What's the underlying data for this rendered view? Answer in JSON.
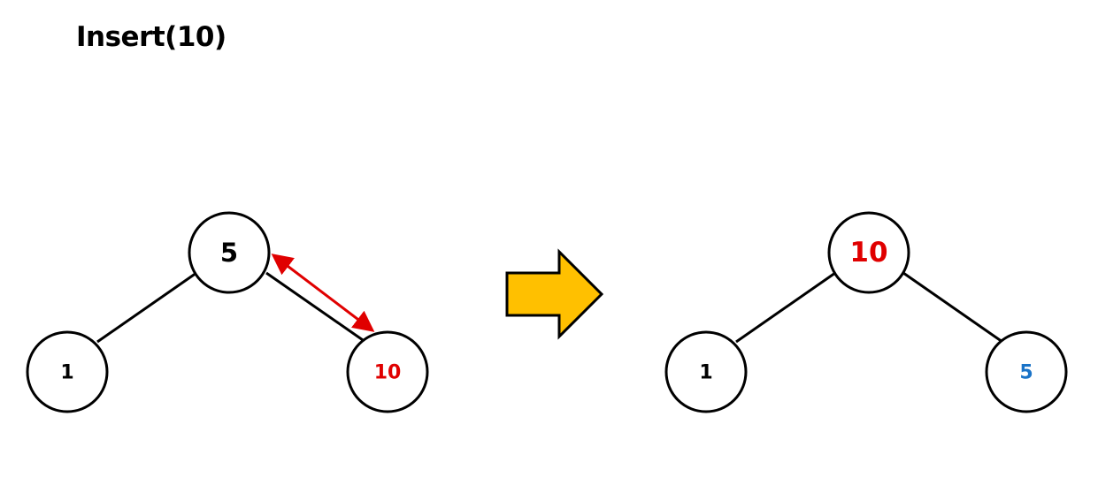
{
  "title": "Insert(10)",
  "colors": {
    "default_text": "#000000",
    "inserted": "#e00000",
    "swapped": "#1a73c7",
    "swap_arrow": "#e00000",
    "transition_arrow_fill": "#ffc000"
  },
  "before_tree": {
    "root": {
      "label": "5",
      "color": "#000000"
    },
    "left": {
      "label": "1",
      "color": "#000000"
    },
    "right": {
      "label": "10",
      "color": "#e00000"
    }
  },
  "after_tree": {
    "root": {
      "label": "10",
      "color": "#e00000"
    },
    "left": {
      "label": "1",
      "color": "#000000"
    },
    "right": {
      "label": "5",
      "color": "#1a73c7"
    }
  }
}
